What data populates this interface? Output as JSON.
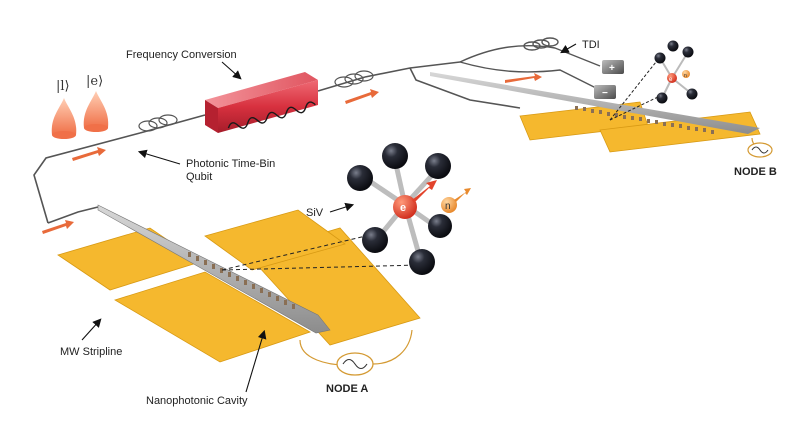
{
  "labels": {
    "frequency_conversion": "Frequency Conversion",
    "tdi": "TDI",
    "photonic_qubit_line1": "Photonic Time-Bin",
    "photonic_qubit_line2": "Qubit",
    "siv": "SiV",
    "mw_stripline": "MW Stripline",
    "nanophotonic_cavity": "Nanophotonic Cavity",
    "node_a": "NODE A",
    "node_b": "NODE B"
  },
  "kets": {
    "late": "|l⟩",
    "early": "|e⟩"
  },
  "spins": {
    "electron": "e",
    "nucleus": "n",
    "electron_small": "e",
    "nucleus_small": "n"
  },
  "detectors": {
    "plus": "+",
    "minus": "−"
  },
  "colors": {
    "gold": "#f5b82e",
    "fiber": "#555555",
    "photon": "#f07048",
    "arrow": "#e86a3a",
    "box": "#d8313f",
    "atom": "#1c1e26",
    "electron": "#e2432b",
    "nucleus": "#f0a040",
    "mw_wire": "#d49a33"
  }
}
